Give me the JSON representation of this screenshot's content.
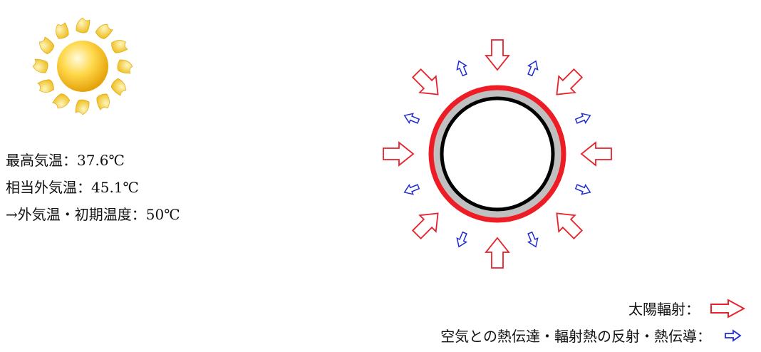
{
  "temperatures": {
    "max_temp": "最高気温：37.6℃",
    "equivalent_temp": "相当外気温：45.1℃",
    "initial_temp": "→外気温・初期温度：50℃"
  },
  "legend": {
    "solar_label": "太陽輻射：",
    "heat_label": "空気との熱伝達・輻射熱の反射・熱伝導："
  },
  "icons": {
    "sun": "sun-icon",
    "solar_arrow": "red-outline-arrow",
    "heat_arrow": "blue-outline-arrow"
  },
  "colors": {
    "solar": "#e8202a",
    "heat": "#1f2ed0",
    "pipe_ring": "#ee1c24",
    "pipe_wall": "#c0c0c0",
    "pipe_inner": "#000000",
    "sun_body": "#f5c000"
  }
}
